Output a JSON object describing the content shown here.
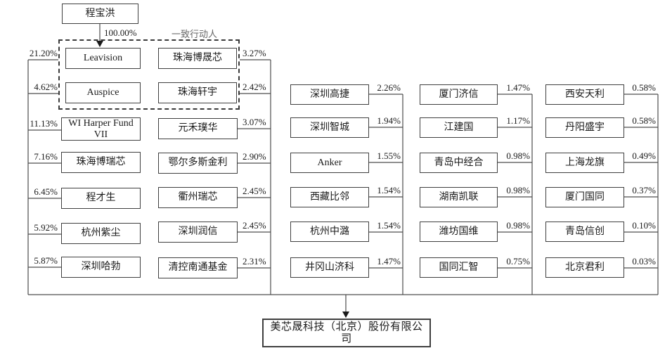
{
  "root": {
    "name": "程宝洪",
    "pct": "100.00%"
  },
  "acting_in_concert_label": "一致行动人",
  "company": {
    "name": "美芯晟科技（北京）股份有限公司"
  },
  "colors": {
    "line": "#4d4d4d",
    "box_border": "#3f3f3f",
    "text": "#1a1a1a",
    "muted_label": "#666666",
    "background": "#ffffff"
  },
  "columns": [
    [
      {
        "name": "Leavision",
        "pct": "21.20%"
      },
      {
        "name": "Auspice",
        "pct": "4.62%"
      },
      {
        "name": "WI Harper Fund VII",
        "pct": "11.13%"
      },
      {
        "name": "珠海博瑞芯",
        "pct": "7.16%"
      },
      {
        "name": "程才生",
        "pct": "6.45%"
      },
      {
        "name": "杭州紫尘",
        "pct": "5.92%"
      },
      {
        "name": "深圳哈勃",
        "pct": "5.87%"
      }
    ],
    [
      {
        "name": "珠海博晟芯",
        "pct": "3.27%"
      },
      {
        "name": "珠海轩宇",
        "pct": "2.42%"
      },
      {
        "name": "元禾璞华",
        "pct": "3.07%"
      },
      {
        "name": "鄂尔多斯金利",
        "pct": "2.90%"
      },
      {
        "name": "衢州瑞芯",
        "pct": "2.45%"
      },
      {
        "name": "深圳润信",
        "pct": "2.45%"
      },
      {
        "name": "清控南通基金",
        "pct": "2.31%"
      }
    ],
    [
      {
        "name": "深圳高捷",
        "pct": "2.26%"
      },
      {
        "name": "深圳智城",
        "pct": "1.94%"
      },
      {
        "name": "Anker",
        "pct": "1.55%"
      },
      {
        "name": "西藏比邻",
        "pct": "1.54%"
      },
      {
        "name": "杭州中潞",
        "pct": "1.54%"
      },
      {
        "name": "井冈山济科",
        "pct": "1.47%"
      }
    ],
    [
      {
        "name": "厦门济信",
        "pct": "1.47%"
      },
      {
        "name": "江建国",
        "pct": "1.17%"
      },
      {
        "name": "青岛中经合",
        "pct": "0.98%"
      },
      {
        "name": "湖南凯联",
        "pct": "0.98%"
      },
      {
        "name": "潍坊国维",
        "pct": "0.98%"
      },
      {
        "name": "国同汇智",
        "pct": "0.75%"
      }
    ],
    [
      {
        "name": "西安天利",
        "pct": "0.58%"
      },
      {
        "name": "丹阳盛宇",
        "pct": "0.58%"
      },
      {
        "name": "上海龙旗",
        "pct": "0.49%"
      },
      {
        "name": "厦门国同",
        "pct": "0.37%"
      },
      {
        "name": "青岛信创",
        "pct": "0.10%"
      },
      {
        "name": "北京君利",
        "pct": "0.03%"
      }
    ]
  ]
}
